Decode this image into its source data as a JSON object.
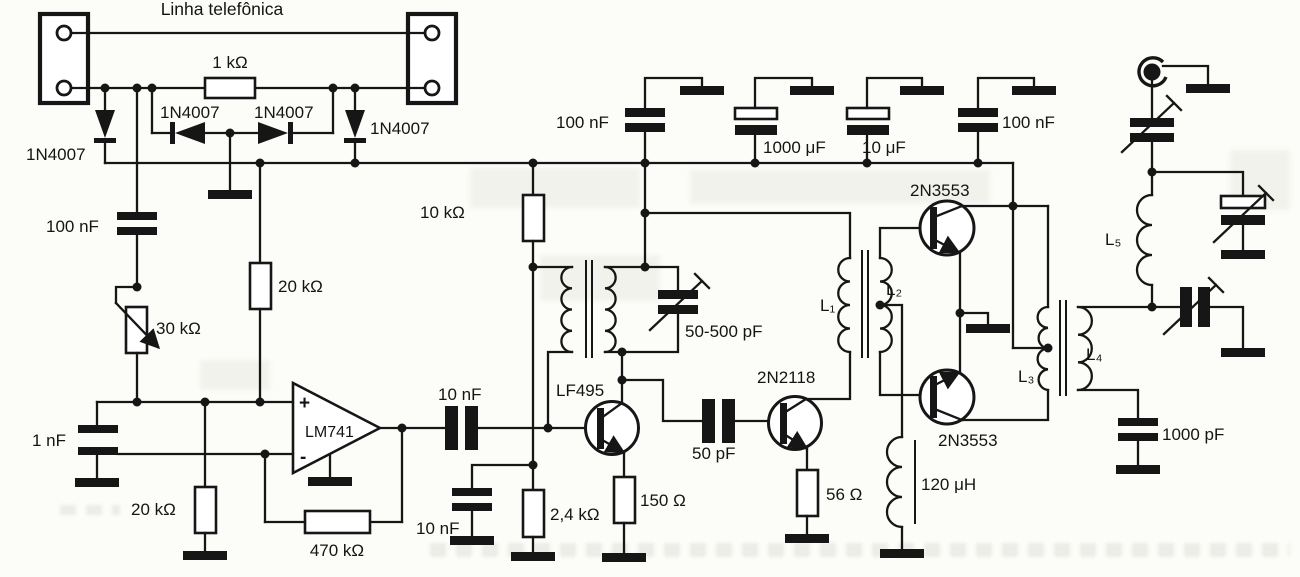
{
  "schematic": {
    "title": "Linha telefônica",
    "phone_line": {
      "series_resistor": "1 kΩ"
    },
    "rectifier": {
      "d_left": "1N4007",
      "d_mid_left": "1N4007",
      "d_mid_right": "1N4007",
      "d_right": "1N4007"
    },
    "preamp": {
      "input_cap": "100 nF",
      "level_pot": "30 kΩ",
      "bias_top_resistor": "20 kΩ",
      "filter_cap": "1 nF",
      "bias_bottom_resistor": "20 kΩ",
      "opamp": "LM741",
      "plus": "+",
      "minus": "-",
      "feedback_resistor": "470 kΩ",
      "coupling_cap": "10 nF"
    },
    "oscillator": {
      "collector_resistor": "10 kΩ",
      "bypass_cap": "10 nF",
      "bias_resistor": "2,4 kΩ",
      "transistor": "LF495",
      "emitter_resistor": "150 Ω",
      "tank_trimmer": "50-500 pF",
      "coupling_cap": "50 pF"
    },
    "driver": {
      "transistor": "2N2118",
      "emitter_resistor": "56 Ω",
      "l1": "L₁",
      "l2": "L₂",
      "choke": "120 μH"
    },
    "power_amp": {
      "q_top": "2N3553",
      "q_bottom": "2N3553",
      "l3": "L₃",
      "l4": "L₄"
    },
    "output": {
      "l5": "L₅",
      "out_cap": "1000 pF"
    },
    "supply": {
      "c1": "100 nF",
      "c2": "1000 μF",
      "c3": "10 μF",
      "c4": "100 nF"
    }
  }
}
